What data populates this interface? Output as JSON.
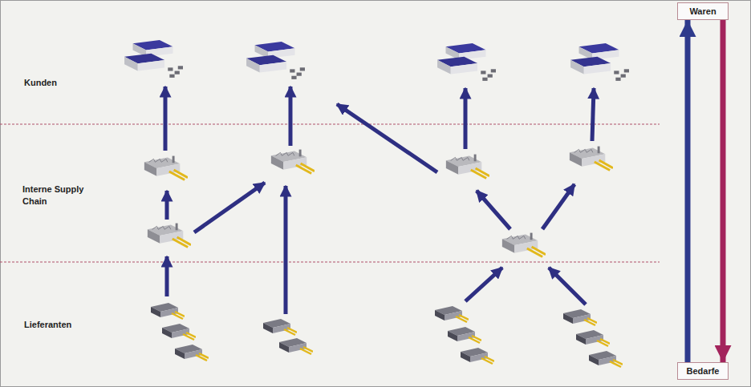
{
  "diagram": {
    "nodes": [
      {
        "text": [
          "Waren"
        ]
      },
      {
        "text": [
          "Bedarfe"
        ]
      }
    ],
    "edges": [
      {
        "from": 1,
        "to": 0,
        "arrow": "to"
      },
      {
        "from": 0,
        "to": 1,
        "arrow": "to"
      }
    ],
    "labels": [
      "Kunden",
      "Interne Supply Chain",
      "Lieferanten"
    ]
  }
}
